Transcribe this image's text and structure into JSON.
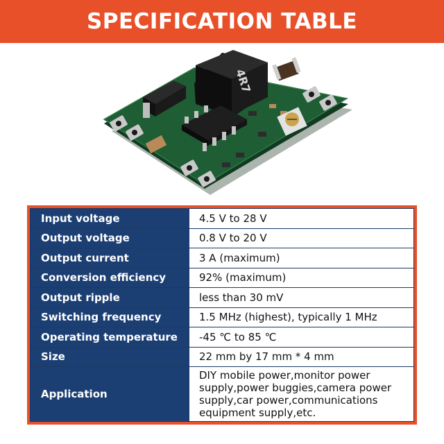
{
  "banner": {
    "title": "SPECIFICATION TABLE"
  },
  "board": {
    "inductor_marking": "4R7",
    "icons": [
      "pcb-board-image"
    ]
  },
  "colors": {
    "accent": "#e8502a",
    "label_cell": "#1c3f73",
    "pcb_green": "#1f5d34"
  },
  "table": {
    "rows": [
      {
        "label": "Input voltage",
        "value": "4.5 V to 28 V"
      },
      {
        "label": "Output voltage",
        "value": "0.8 V to 20 V"
      },
      {
        "label": "Output current",
        "value": "3 A (maximum)"
      },
      {
        "label": "Conversion efficiency",
        "value": "92% (maximum)"
      },
      {
        "label": "Output ripple",
        "value": "less than 30 mV"
      },
      {
        "label": "Switching frequency",
        "value": "1.5 MHz (highest), typically 1 MHz"
      },
      {
        "label": "Operating temperature",
        "value": "-45 ℃ to 85 ℃"
      },
      {
        "label": "Size",
        "value": "22 mm by 17 mm * 4 mm"
      },
      {
        "label": "Application",
        "value": "DIY mobile power,monitor power supply,power buggies,camera power supply,car power,communications equipment supply,etc."
      }
    ]
  }
}
